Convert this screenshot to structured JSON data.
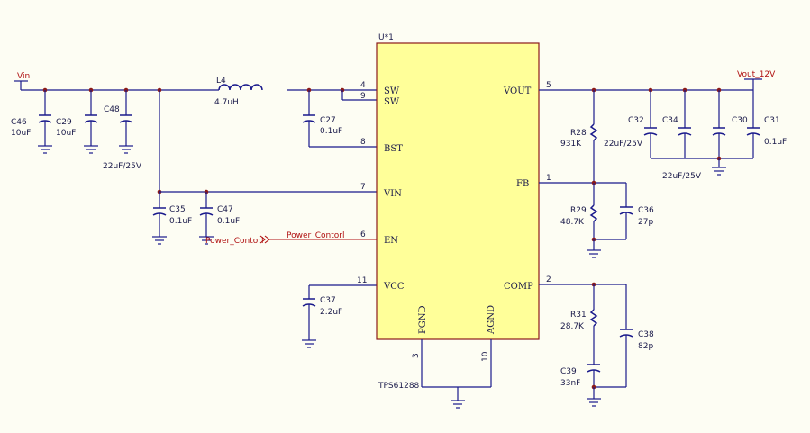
{
  "ic": {
    "designator": "U*1",
    "part": "TPS61288",
    "pins_left": [
      {
        "num": "4",
        "name": "SW"
      },
      {
        "num": "9",
        "name": "SW"
      },
      {
        "num": "8",
        "name": "BST"
      },
      {
        "num": "7",
        "name": "VIN"
      },
      {
        "num": "6",
        "name": "EN"
      },
      {
        "num": "11",
        "name": "VCC"
      }
    ],
    "pins_right": [
      {
        "num": "5",
        "name": "VOUT"
      },
      {
        "num": "1",
        "name": "FB"
      },
      {
        "num": "2",
        "name": "COMP"
      }
    ],
    "pins_bottom": [
      {
        "num": "3",
        "name": "PGND"
      },
      {
        "num": "10",
        "name": "AGND"
      }
    ]
  },
  "nets": {
    "vin": "Vin",
    "vout": "Vout_12V",
    "power_control_port": "Power_Contorl",
    "power_control_label": "Power_Contorl"
  },
  "components": {
    "L4": {
      "ref": "L4",
      "value": "4.7uH"
    },
    "C46": {
      "ref": "C46",
      "value": "10uF"
    },
    "C29": {
      "ref": "C29",
      "value": "10uF"
    },
    "C48": {
      "ref": "C48",
      "value": "22uF/25V"
    },
    "C27": {
      "ref": "C27",
      "value": "0.1uF"
    },
    "C35": {
      "ref": "C35",
      "value": "0.1uF"
    },
    "C47": {
      "ref": "C47",
      "value": "0.1uF"
    },
    "C37": {
      "ref": "C37",
      "value": "2.2uF"
    },
    "R28": {
      "ref": "R28",
      "value": "931K"
    },
    "R29": {
      "ref": "R29",
      "value": "48.7K"
    },
    "C36": {
      "ref": "C36",
      "value": "27p"
    },
    "R31": {
      "ref": "R31",
      "value": "28.7K"
    },
    "C38": {
      "ref": "C38",
      "value": "82p"
    },
    "C39": {
      "ref": "C39",
      "value": "33nF"
    },
    "C32": {
      "ref": "C32",
      "value": "22uF/25V"
    },
    "C34": {
      "ref": "C34",
      "value": "22uF/25V"
    },
    "C30": {
      "ref": "C30",
      "value": ""
    },
    "C31": {
      "ref": "C31",
      "value": "0.1uF"
    }
  }
}
